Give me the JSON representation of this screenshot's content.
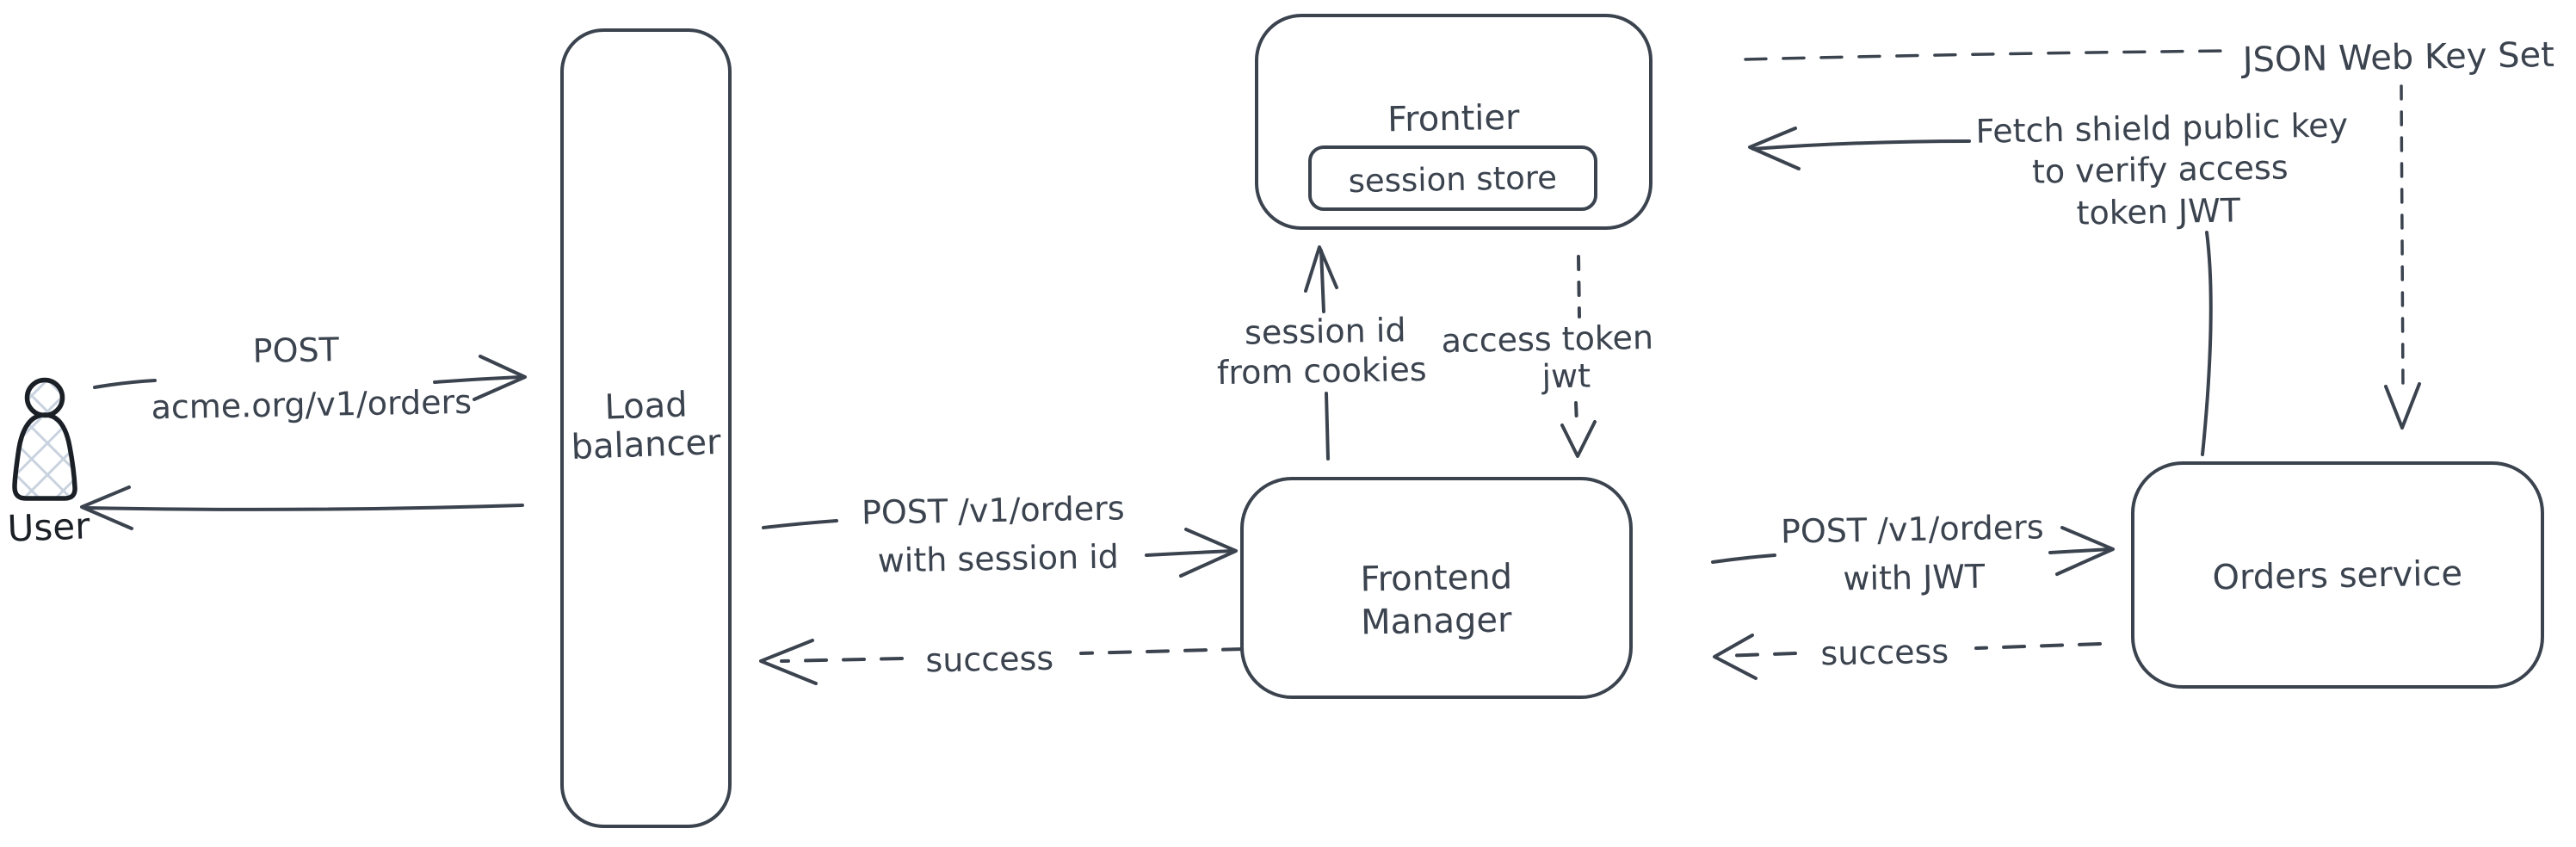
{
  "app": {
    "name": "auth-flow-architecture-diagram",
    "background": "#ffffff"
  },
  "colors": {
    "stroke": "#3b434f",
    "user_stroke": "#1b2027",
    "hatch_fill": "#c9d3df",
    "background": "#ffffff"
  },
  "nodes": {
    "user": {
      "label": "User",
      "icon": "person-icon"
    },
    "load_balancer": {
      "label_line1": "Load",
      "label_line2": "balancer"
    },
    "frontier": {
      "label": "Frontier",
      "session_store": {
        "label": "session store"
      }
    },
    "frontend_manager": {
      "label_line1": "Frontend",
      "label_line2": "Manager"
    },
    "orders_service": {
      "label": "Orders service"
    }
  },
  "edges": {
    "user_to_lb": {
      "style": "solid",
      "label_line1": "POST",
      "label_line2": "acme.org/v1/orders"
    },
    "lb_to_user": {
      "style": "solid"
    },
    "lb_to_fm": {
      "style": "solid",
      "label_line1": "POST /v1/orders",
      "label_line2": "with session id"
    },
    "fm_to_lb": {
      "style": "dashed",
      "label": "success"
    },
    "fm_to_frontier": {
      "style": "solid",
      "label_line1": "session id",
      "label_line2": "from cookies"
    },
    "frontier_to_fm": {
      "style": "dashed",
      "label_line1": "access token",
      "label_line2": "jwt"
    },
    "fm_to_orders": {
      "style": "solid",
      "label_line1": "POST /v1/orders",
      "label_line2": "with JWT"
    },
    "orders_to_fm": {
      "style": "dashed",
      "label": "success"
    },
    "orders_to_frontier": {
      "style": "solid",
      "label_line1": "Fetch shield public key",
      "label_line2": "to verify access",
      "label_line3": "token JWT"
    },
    "frontier_to_jwks": {
      "style": "dashed",
      "label": "JSON Web Key Set"
    },
    "jwks_to_orders": {
      "style": "dashed"
    }
  }
}
